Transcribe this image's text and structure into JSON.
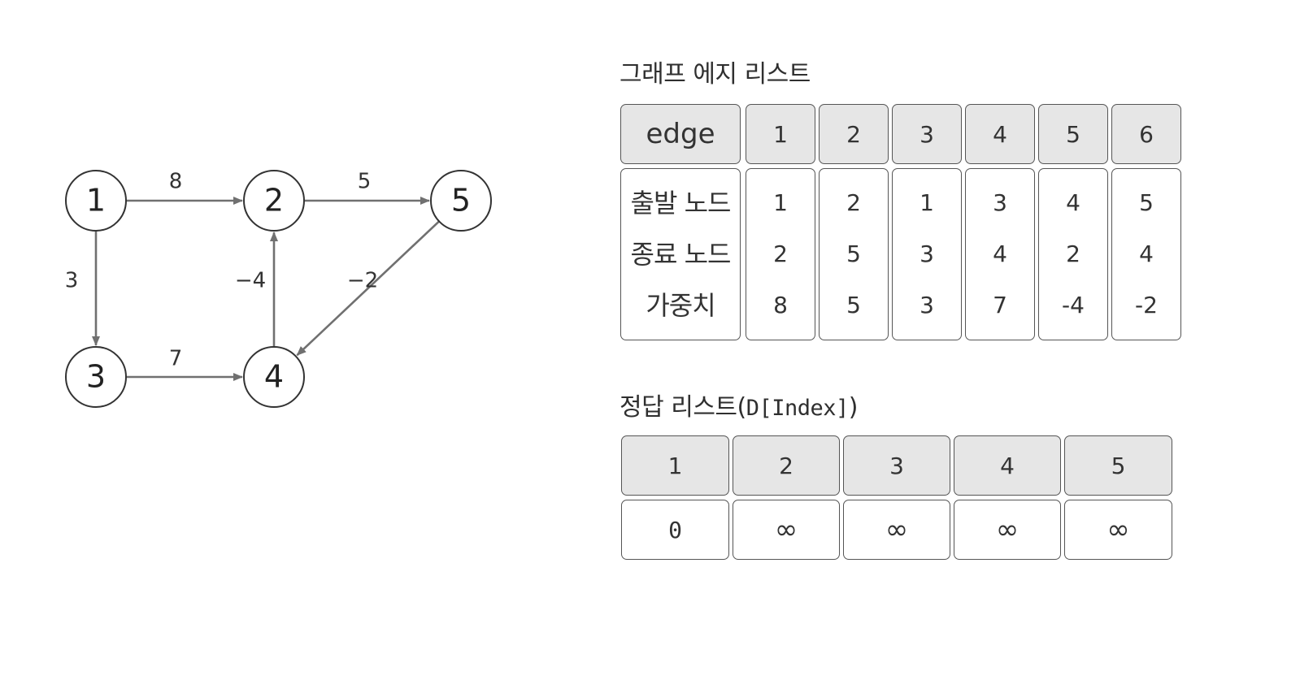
{
  "graph": {
    "nodes": [
      {
        "id": "1",
        "label": "1"
      },
      {
        "id": "2",
        "label": "2"
      },
      {
        "id": "5",
        "label": "5"
      },
      {
        "id": "3",
        "label": "3"
      },
      {
        "id": "4",
        "label": "4"
      }
    ],
    "edges": [
      {
        "from": "1",
        "to": "2",
        "weight": "8"
      },
      {
        "from": "2",
        "to": "5",
        "weight": "5"
      },
      {
        "from": "1",
        "to": "3",
        "weight": "3"
      },
      {
        "from": "3",
        "to": "4",
        "weight": "7"
      },
      {
        "from": "4",
        "to": "2",
        "weight": "-4"
      },
      {
        "from": "5",
        "to": "4",
        "weight": "-2"
      }
    ],
    "edge_color": "#707070"
  },
  "edge_list": {
    "title": "그래프 에지 리스트",
    "header_label": "edge",
    "row_labels": [
      "출발 노드",
      "종료 노드",
      "가중치"
    ],
    "columns": [
      {
        "id": "1",
        "start": "1",
        "end": "2",
        "weight": "8"
      },
      {
        "id": "2",
        "start": "2",
        "end": "5",
        "weight": "5"
      },
      {
        "id": "3",
        "start": "1",
        "end": "3",
        "weight": "3"
      },
      {
        "id": "4",
        "start": "3",
        "end": "4",
        "weight": "7"
      },
      {
        "id": "5",
        "start": "4",
        "end": "2",
        "weight": "-4"
      },
      {
        "id": "6",
        "start": "5",
        "end": "4",
        "weight": "-2"
      }
    ]
  },
  "answer_list": {
    "title_prefix": "정답 리스트(",
    "title_code": "D[Index]",
    "title_suffix": ")",
    "indices": [
      "1",
      "2",
      "3",
      "4",
      "5"
    ],
    "values": [
      "0",
      "∞",
      "∞",
      "∞",
      "∞"
    ]
  },
  "colors": {
    "header_fill": "#e6e6e6",
    "border": "#555555"
  }
}
